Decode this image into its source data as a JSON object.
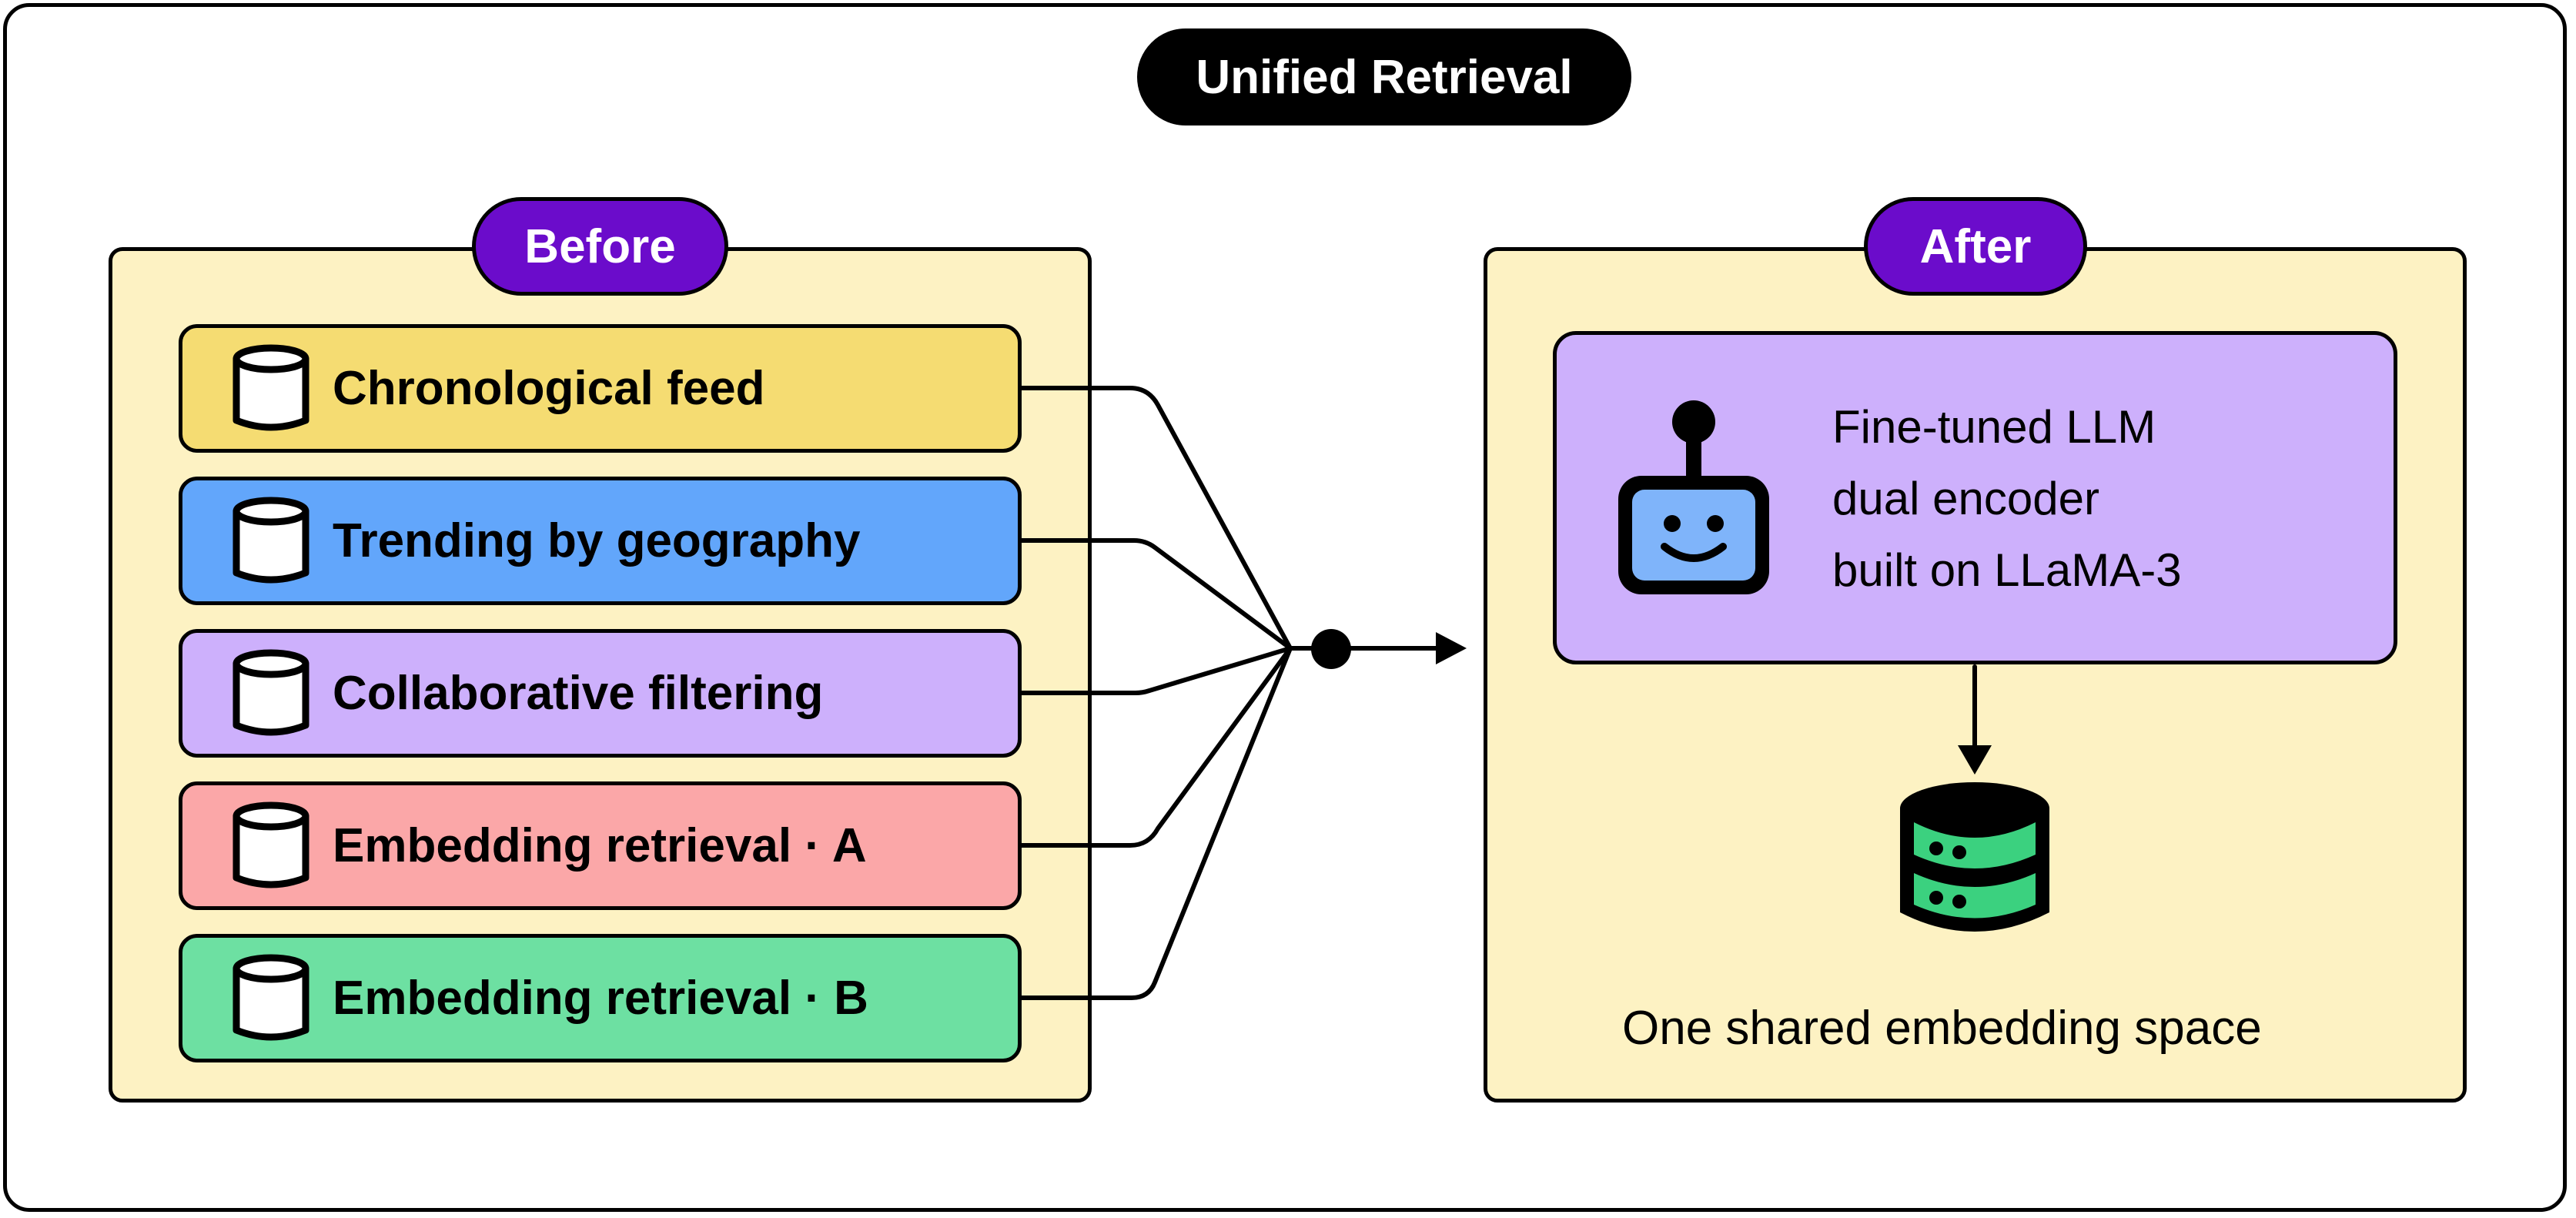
{
  "title": "Unified Retrieval",
  "before": {
    "label": "Before",
    "sources": [
      {
        "label": "Chronological feed",
        "color": "#f5dc72"
      },
      {
        "label": "Trending by geography",
        "color": "#62a6fb"
      },
      {
        "label": "Collaborative filtering",
        "color": "#cdb0fc"
      },
      {
        "label": "Embedding retrieval · A",
        "color": "#fba7a8"
      },
      {
        "label": "Embedding retrieval · B",
        "color": "#6de0a2"
      }
    ]
  },
  "after": {
    "label": "After",
    "model": {
      "lines": [
        "Fine-tuned LLM",
        "dual encoder",
        "built on LLaMA-3"
      ],
      "icon": "robot-icon"
    },
    "store_icon": "database-icon",
    "caption": "One shared embedding space"
  },
  "colors": {
    "panel_bg": "#fdf2c3",
    "accent_purple": "#6b0ccb",
    "robot_face": "#7fb4fa",
    "database_green": "#3bd17f"
  }
}
